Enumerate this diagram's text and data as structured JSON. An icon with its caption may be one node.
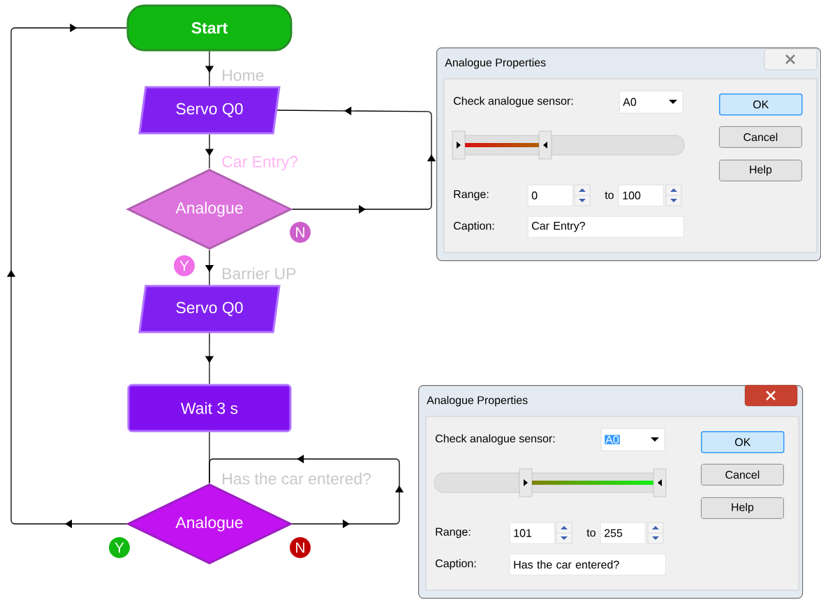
{
  "diagram": {
    "nodes": [
      {
        "text": [
          "Start"
        ]
      },
      {
        "text": [
          "Servo Q0"
        ],
        "beside": [
          "Home"
        ]
      },
      {
        "text": [
          "Analogue"
        ],
        "beside": [
          "Car Entry?",
          "N",
          "Y"
        ]
      },
      {
        "text": [
          "Servo Q0"
        ],
        "beside": [
          "Barrier UP"
        ]
      },
      {
        "text": [
          "Wait 3 s"
        ]
      },
      {
        "text": [
          "Analogue"
        ],
        "beside": [
          "Has the car entered?",
          "Y",
          "N"
        ]
      },
      {
        "text": [
          "Analogue Properties",
          "Check analogue sensor:",
          "Range:",
          "to",
          "Caption:"
        ]
      },
      {
        "text": [
          "A0"
        ],
        "in": 6
      },
      {
        "text": [
          "OK"
        ],
        "in": 6
      },
      {
        "text": [
          "Cancel"
        ],
        "in": 6
      },
      {
        "text": [
          "Help"
        ],
        "in": 6
      },
      {
        "text": [
          "0"
        ],
        "in": 6
      },
      {
        "text": [
          "100"
        ],
        "in": 6
      },
      {
        "text": [
          "Car Entry?"
        ],
        "in": 6
      },
      {
        "text": [
          "Analogue Properties",
          "Check analogue sensor:",
          "Range:",
          "to",
          "Caption:"
        ]
      },
      {
        "text": [
          "A0"
        ],
        "in": 14
      },
      {
        "text": [
          "OK"
        ],
        "in": 14
      },
      {
        "text": [
          "Cancel"
        ],
        "in": 14
      },
      {
        "text": [
          "Help"
        ],
        "in": 14
      },
      {
        "text": [
          "101"
        ],
        "in": 14
      },
      {
        "text": [
          "255"
        ],
        "in": 14
      },
      {
        "text": [
          "Has the car entered?"
        ],
        "in": 14
      }
    ],
    "edges": [
      {
        "from": 0,
        "to": 1,
        "arrow": "to"
      },
      {
        "from": 1,
        "to": 2,
        "arrow": "to"
      },
      {
        "from": 2,
        "to": 3,
        "arrow": "to"
      },
      {
        "from": 3,
        "to": 4,
        "arrow": "to"
      },
      {
        "from": 4,
        "to": 5,
        "arrow": "none"
      },
      {
        "from": 2,
        "to": 1,
        "arrow": "to"
      },
      {
        "from": 5,
        "to": 5,
        "arrow": "to"
      },
      {
        "from": 5,
        "to": 0,
        "arrow": "to"
      }
    ]
  }
}
